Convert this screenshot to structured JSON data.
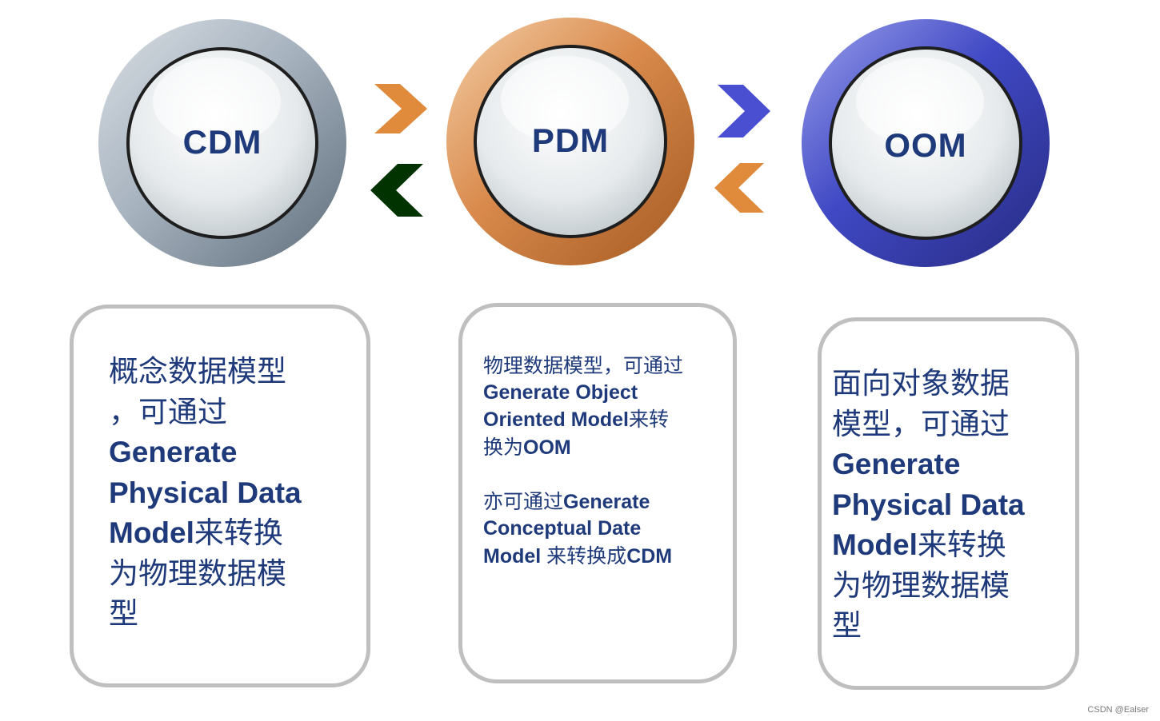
{
  "nodes": [
    {
      "id": "cdm",
      "label": "CDM",
      "ring_color": "#8a99a8"
    },
    {
      "id": "pdm",
      "label": "PDM",
      "ring_color": "#d98a4c"
    },
    {
      "id": "oom",
      "label": "OOM",
      "ring_color": "#3f46b5"
    }
  ],
  "arrows": [
    {
      "id": "cdm-to-pdm",
      "direction": "right",
      "color": "#e08a3c"
    },
    {
      "id": "pdm-to-cdm",
      "direction": "left",
      "color": "#003300"
    },
    {
      "id": "pdm-to-oom",
      "direction": "right",
      "color": "#4a4fd1"
    },
    {
      "id": "oom-to-pdm",
      "direction": "left",
      "color": "#e08a3c"
    }
  ],
  "descriptions": {
    "cdm": {
      "line1": "概念数据模型",
      "line2": "，可通过",
      "line3": "Generate",
      "line4": "Physical Data",
      "line5_latin": "Model",
      "line5_cjk": "来转换",
      "line6": "为物理数据模",
      "line7": "型"
    },
    "pdm": {
      "line1": "物理数据模型，可通过",
      "line2": "Generate Object",
      "line3_latin": "Oriented Model",
      "line3_cjk": "来转",
      "line4_cjk": "换为",
      "line4_latin": "OOM",
      "line5_cjk": "亦可通过",
      "line5_latin": "Generate",
      "line6": "Conceptual Date",
      "line7_latin": "Model ",
      "line7_cjk": "来转换成",
      "line7_end": "CDM"
    },
    "oom": {
      "line1": "面向对象数据",
      "line2": "模型，可通过",
      "line3": "Generate",
      "line4": "Physical Data",
      "line5_latin": "Model",
      "line5_cjk": "来转换",
      "line6": "为物理数据模",
      "line7": "型"
    }
  },
  "watermark": "CSDN @Ealser",
  "colors": {
    "text": "#1f3a7a",
    "box_border": "#bfbfbf"
  }
}
